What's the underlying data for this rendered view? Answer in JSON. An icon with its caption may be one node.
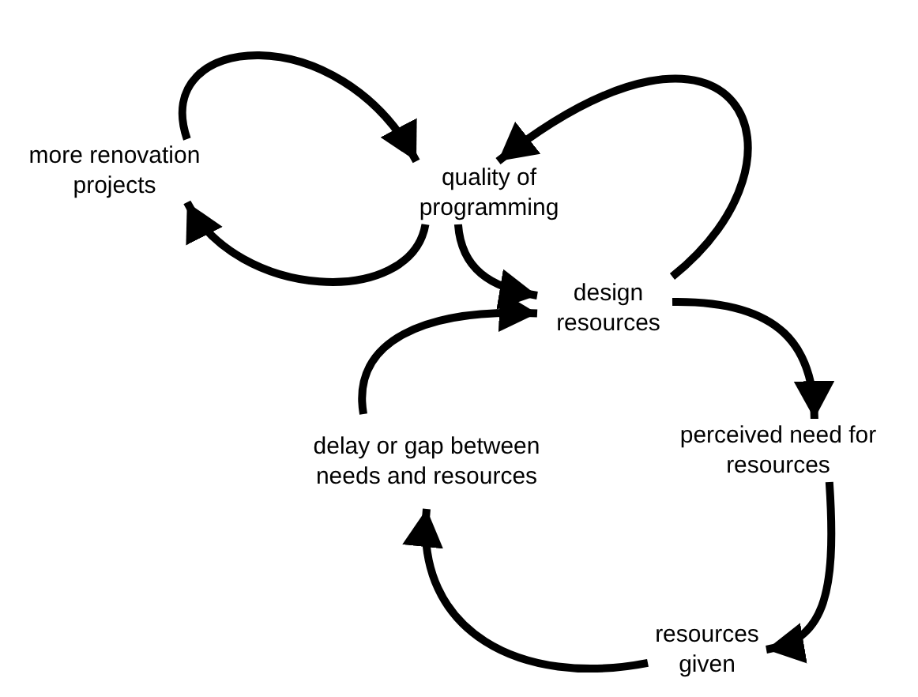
{
  "diagram": {
    "nodes": [
      {
        "text": [
          "more renovation projects"
        ]
      },
      {
        "text": [
          "quality of programming"
        ]
      },
      {
        "text": [
          "design resources"
        ]
      },
      {
        "text": [
          "perceived need for resources"
        ]
      },
      {
        "text": [
          "resources given"
        ]
      },
      {
        "text": [
          "delay or gap between needs and resources"
        ]
      }
    ],
    "edges": [
      {
        "from": 0,
        "to": 1,
        "arrow": "to"
      },
      {
        "from": 1,
        "to": 0,
        "arrow": "to"
      },
      {
        "from": 1,
        "to": 2,
        "arrow": "to"
      },
      {
        "from": 2,
        "to": 1,
        "arrow": "to"
      },
      {
        "from": 2,
        "to": 3,
        "arrow": "to"
      },
      {
        "from": 3,
        "to": 4,
        "arrow": "to"
      },
      {
        "from": 4,
        "to": 5,
        "arrow": "to"
      },
      {
        "from": 5,
        "to": 2,
        "arrow": "to"
      }
    ]
  }
}
